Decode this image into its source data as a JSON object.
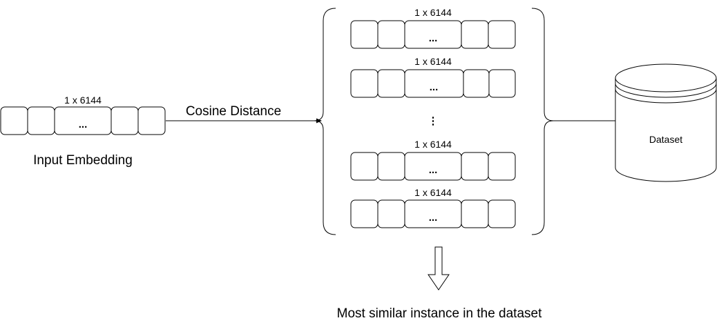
{
  "input": {
    "dims": "1 x 6144",
    "ellipsis": "...",
    "label": "Input Embedding"
  },
  "edge": {
    "label": "Cosine Distance"
  },
  "candidates": [
    {
      "dims": "1 x 6144",
      "ellipsis": "..."
    },
    {
      "dims": "1 x 6144",
      "ellipsis": "..."
    },
    {
      "dims": "1 x 6144",
      "ellipsis": "..."
    },
    {
      "dims": "1 x 6144",
      "ellipsis": "..."
    }
  ],
  "vertical_ellipsis": "⋮",
  "dataset": {
    "label": "Dataset"
  },
  "result": {
    "label": "Most similar instance in the dataset"
  }
}
